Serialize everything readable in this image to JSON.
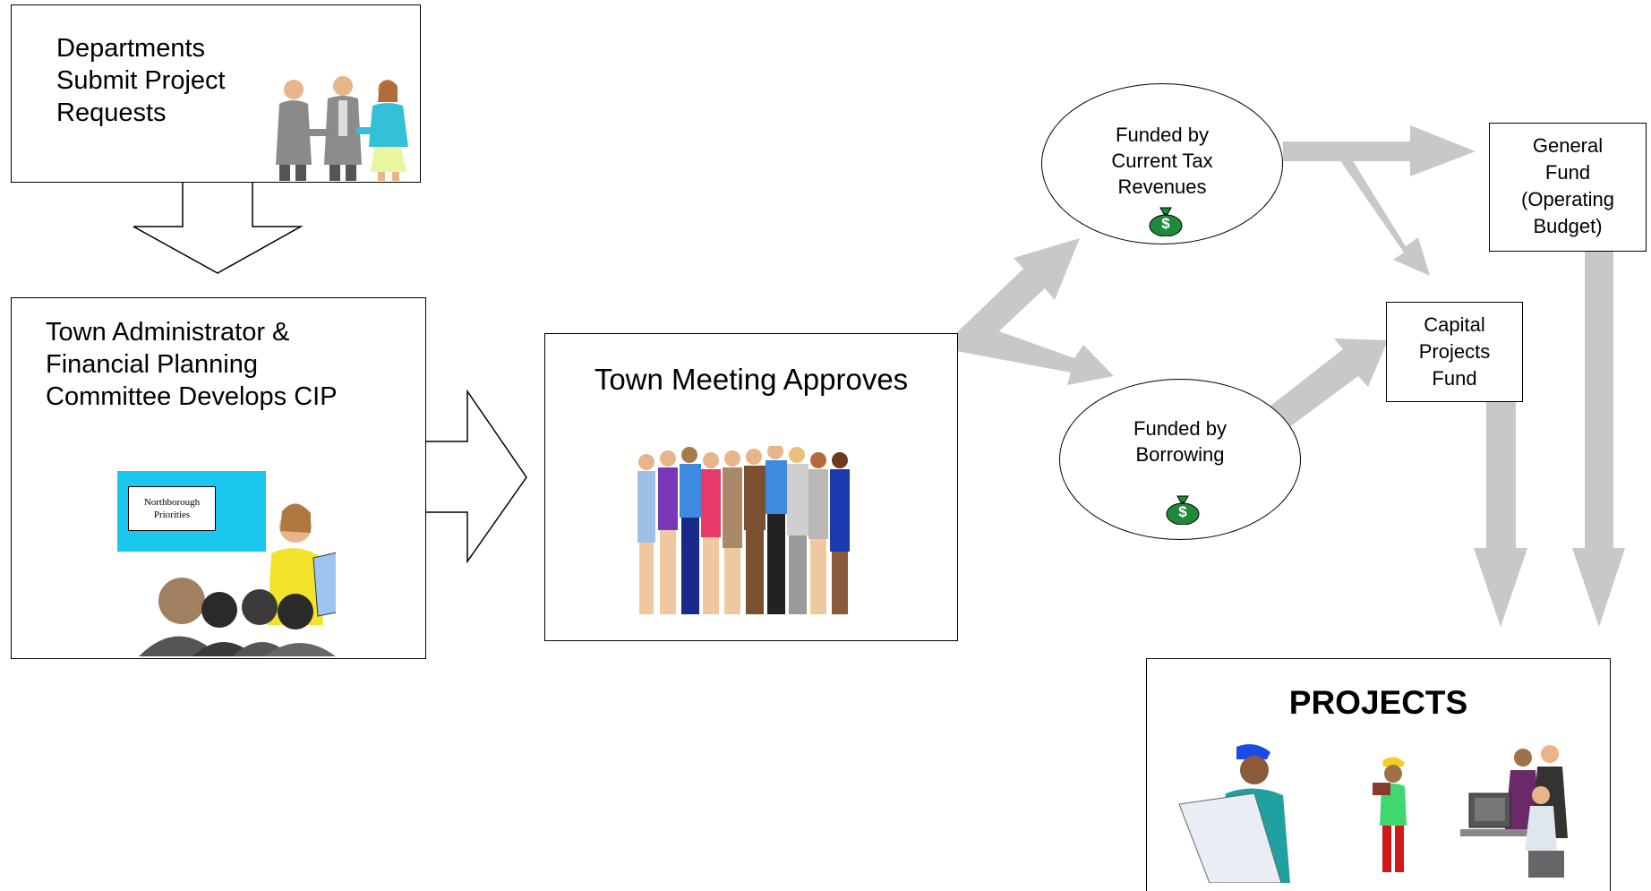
{
  "steps": {
    "departments": {
      "lines": [
        "Departments",
        "Submit Project",
        "Requests"
      ]
    },
    "administrator": {
      "lines": [
        "Town Administrator &",
        "Financial Planning",
        "Committee Develops CIP"
      ],
      "sign_lines": [
        "Northborough",
        "Priorities"
      ]
    },
    "town_meeting": {
      "title": "Town Meeting Approves"
    },
    "projects": {
      "title": "PROJECTS"
    }
  },
  "funding": {
    "tax": {
      "lines": [
        "Funded by",
        "Current Tax",
        "Revenues"
      ]
    },
    "borrowing": {
      "lines": [
        "Funded by",
        "Borrowing"
      ]
    },
    "money_symbol": "$"
  },
  "funds": {
    "general": {
      "lines": [
        "General",
        "Fund",
        "(Operating",
        "Budget)"
      ]
    },
    "capital": {
      "lines": [
        "Capital",
        "Projects",
        "Fund"
      ]
    }
  },
  "colors": {
    "arrow_gray": "#c8c8c8",
    "money_green": "#1f8a3a",
    "sign_blue": "#1ac8ee"
  }
}
